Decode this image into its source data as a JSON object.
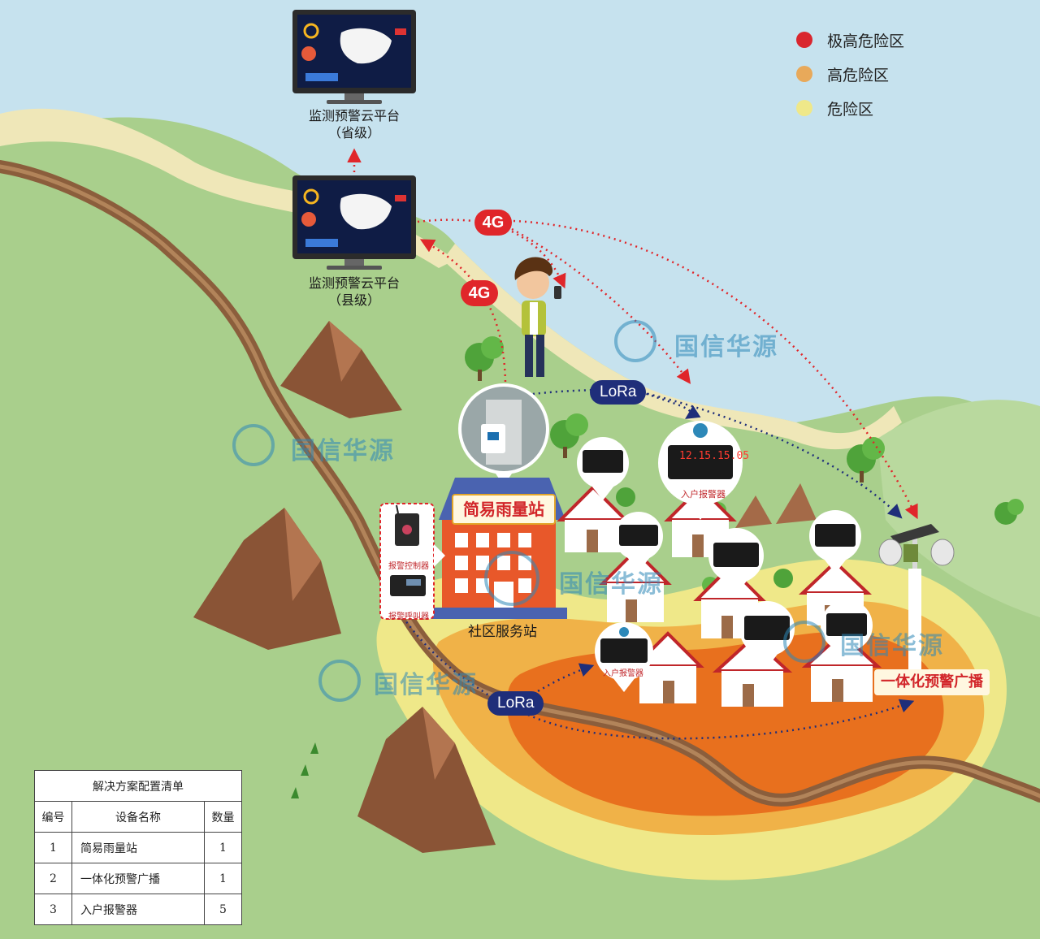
{
  "legend": [
    {
      "label": "极高危险区",
      "color": "#d9262e"
    },
    {
      "label": "高危险区",
      "color": "#e8a95a"
    },
    {
      "label": "危险区",
      "color": "#efe889"
    }
  ],
  "platforms": {
    "province": {
      "line1": "监测预警云平台",
      "line2": "（省级）"
    },
    "county": {
      "line1": "监测预警云平台",
      "line2": "（县级）"
    }
  },
  "links": {
    "net_4g": "4G",
    "net_lora": "LoRa"
  },
  "watermark": "国信华源",
  "station": {
    "title": "简易雨量站",
    "caption": "社区服务站",
    "controller_label": "报警控制器",
    "caller_label": "报警呼叫器"
  },
  "household_alarm": {
    "label": "入户报警器",
    "display_time": "12.15.15.05"
  },
  "broadcast": {
    "label": "一体化预警广播"
  },
  "config_table": {
    "title": "解决方案配置清单",
    "headers": [
      "编号",
      "设备名称",
      "数量"
    ],
    "rows": [
      [
        "1",
        "简易雨量站",
        "1"
      ],
      [
        "2",
        "一体化预警广播",
        "1"
      ],
      [
        "3",
        "入户报警器",
        "5"
      ]
    ]
  },
  "colors": {
    "water": "#c6e2ee",
    "land": "#a9cf8c",
    "sand": "#efe7b8",
    "road": "#8b5e3c",
    "danger_red": "#d9262e",
    "danger_orange": "#e8a95a",
    "danger_yellow": "#efe889"
  }
}
